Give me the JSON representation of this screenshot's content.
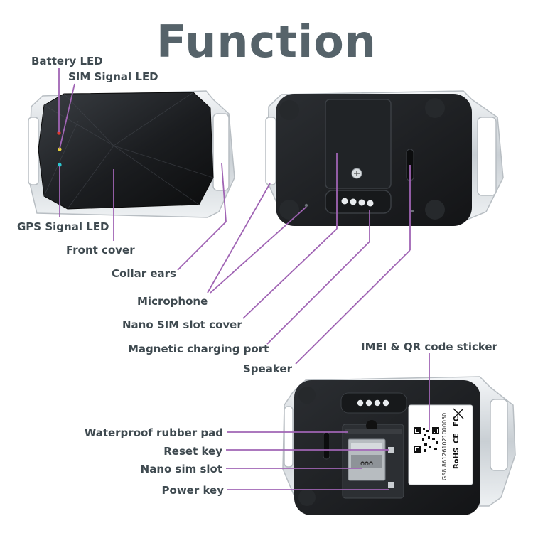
{
  "title": "Function",
  "labels": {
    "battery_led": "Battery LED",
    "sim_signal_led": "SIM Signal LED",
    "gps_signal_led": "GPS Signal LED",
    "front_cover": "Front cover",
    "collar_ears": "Collar ears",
    "microphone": "Microphone",
    "nano_sim_slot_cover": "Nano SIM slot cover",
    "magnetic_charging_port": "Magnetic charging port",
    "speaker": "Speaker",
    "imei_qr_sticker": "IMEI & QR code sticker",
    "waterproof_rubber_pad": "Waterproof rubber pad",
    "reset_key": "Reset key",
    "nano_sim_slot": "Nano sim slot",
    "power_key": "Power key"
  },
  "sticker": {
    "serial": "GS8 861261021000050",
    "ce": "CE",
    "rohs": "RoHS",
    "fc": "FC"
  },
  "colors": {
    "title": "#56636a",
    "label": "#3f4a50",
    "leader": "#a064b4",
    "device_body": "#1f2124",
    "frame": "#dfe3e6",
    "led_red": "#e23a30",
    "led_yellow": "#e8d23a",
    "led_cyan": "#2cc6cf"
  }
}
